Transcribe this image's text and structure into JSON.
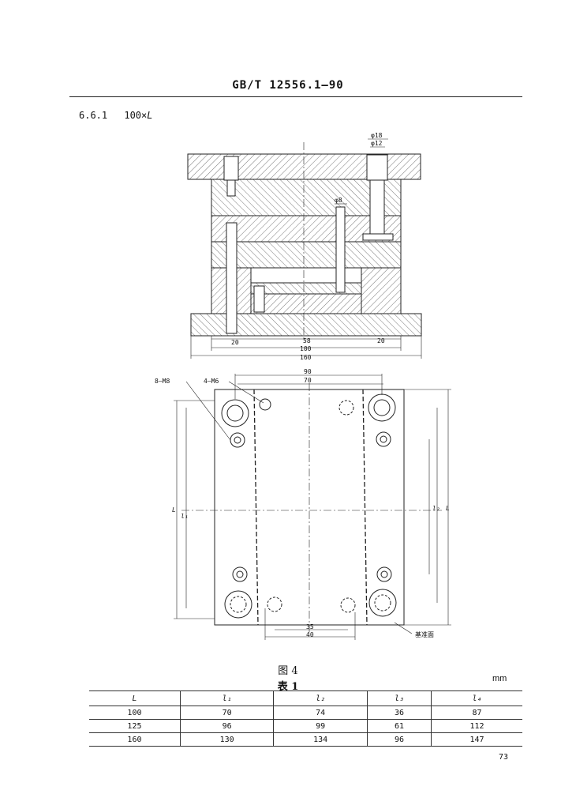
{
  "header": {
    "title": "GB/T 12556.1—90"
  },
  "section": {
    "number": "6.6.1",
    "title_prefix": "100×",
    "title_var": "L"
  },
  "drawing": {
    "section_view": {
      "dims": {
        "d_top": "φ18",
        "d_bottom": "φ12",
        "d_pin": "φ8",
        "left": "20",
        "mid": "58",
        "right": "20",
        "inner": "100",
        "overall": "160"
      }
    },
    "plan_view": {
      "callouts": {
        "screw_m8": "8—M8",
        "screw_m6": "4—M6"
      },
      "dims": {
        "top_outer": "90",
        "top_inner": "70",
        "bottom_inner": "35",
        "bottom_outer": "40"
      },
      "side_labels": {
        "left_outer": "L",
        "left_inner": "l₁",
        "right_outer": "L",
        "right_inner": "l₂"
      },
      "datum_label": "基准面"
    }
  },
  "figure": {
    "caption": "图 4"
  },
  "table": {
    "caption": "表 1",
    "unit": "mm",
    "headers": [
      "L",
      "l₁",
      "l₂",
      "l₃",
      "l₄"
    ],
    "rows": [
      [
        "100",
        "70",
        "74",
        "36",
        "87"
      ],
      [
        "125",
        "96",
        "99",
        "61",
        "112"
      ],
      [
        "160",
        "130",
        "134",
        "96",
        "147"
      ]
    ]
  },
  "page": {
    "number": "73"
  }
}
